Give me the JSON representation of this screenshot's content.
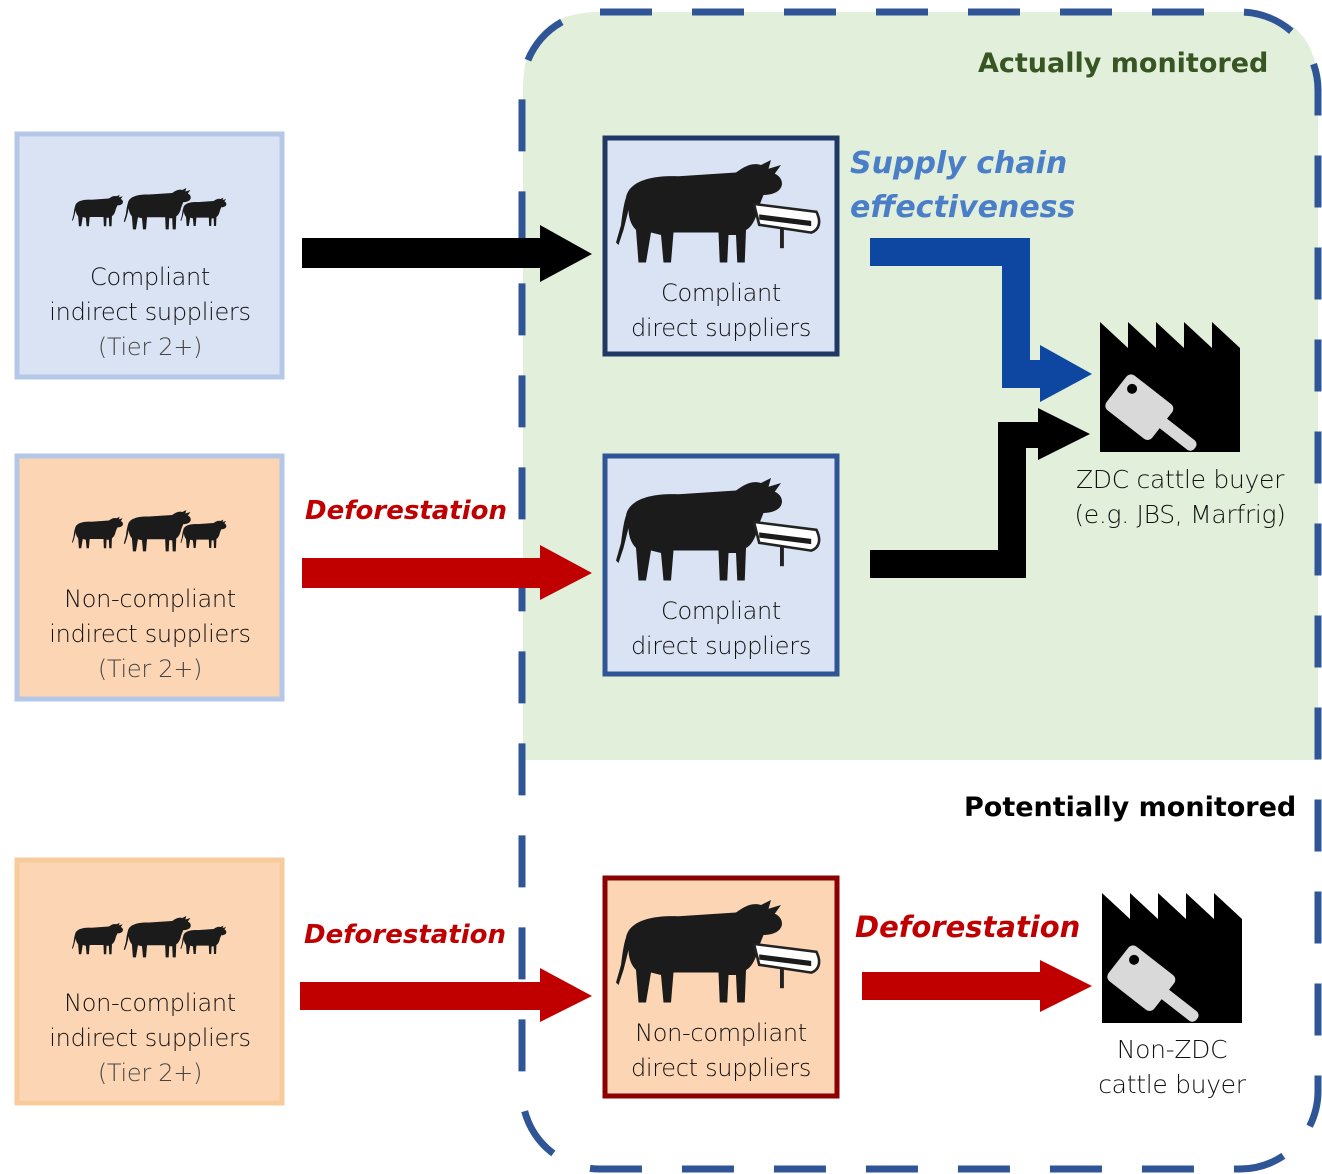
{
  "regions": {
    "actually_monitored": "Actually monitored",
    "potentially_monitored": "Potentially monitored"
  },
  "indirect_suppliers": [
    {
      "line1": "Compliant",
      "line2": "indirect suppliers",
      "tier": "(Tier 2+)",
      "fill": "#dae3f3",
      "border": "#b4c7e7"
    },
    {
      "line1": "Non-compliant",
      "line2": "indirect suppliers",
      "tier": "(Tier 2+)",
      "fill": "#fcd5b4",
      "border": "#b4c7e7"
    },
    {
      "line1": "Non-compliant",
      "line2": "indirect suppliers",
      "tier": "(Tier 2+)",
      "fill": "#fcd5b4",
      "border": "#f8cb9c"
    }
  ],
  "direct_suppliers": [
    {
      "line1": "Compliant",
      "line2": "direct suppliers",
      "fill": "#dae3f3",
      "border": "#203864"
    },
    {
      "line1": "Compliant",
      "line2": "direct suppliers",
      "fill": "#dae3f3",
      "border": "#2f5597"
    },
    {
      "line1": "Non-compliant",
      "line2": "direct suppliers",
      "fill": "#fcd5b4",
      "border": "#8b0000"
    }
  ],
  "labels": {
    "deforestation_1": "Deforestation",
    "deforestation_2": "Deforestation",
    "deforestation_3": "Deforestation",
    "supply_chain_line1": "Supply chain",
    "supply_chain_line2": "effectiveness"
  },
  "buyers": {
    "zdc_line1": "ZDC cattle buyer",
    "zdc_line2": "(e.g. JBS, Marfrig)",
    "non_zdc_line1": "Non-ZDC",
    "non_zdc_line2": "cattle buyer"
  },
  "icons": [
    "cattle-herd-icon",
    "cow-feeding-trough-icon",
    "factory-cleaver-icon"
  ],
  "colors": {
    "monitored_bg": "#e2efda",
    "dashed_border": "#2f5597",
    "arrow_black": "#000000",
    "arrow_red": "#c00000",
    "arrow_blue": "#0d47a1",
    "title_green": "#375623"
  }
}
